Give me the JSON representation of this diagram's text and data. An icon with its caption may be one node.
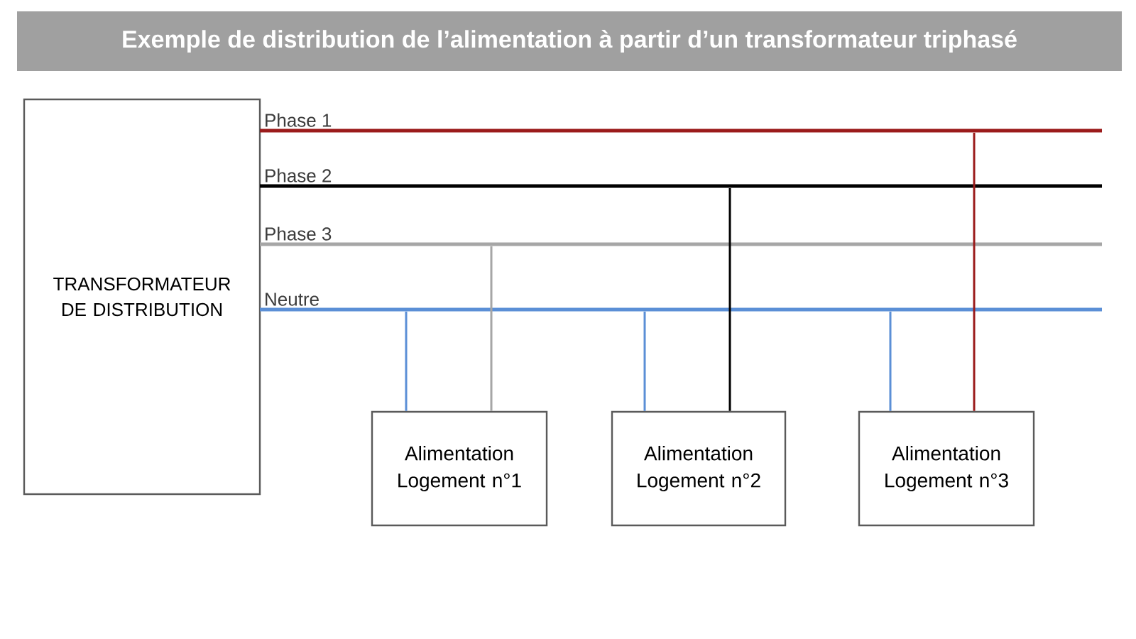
{
  "diagram": {
    "title": "Exemple de distribution de l’alimentation à partir d’un transformateur triphasé",
    "nodes": [
      {
        "text": [
          "TRANSFORMATEUR DE DISTRIBUTION"
        ]
      },
      {
        "text": [
          "Phase 1"
        ]
      },
      {
        "text": [
          "Phase 2"
        ]
      },
      {
        "text": [
          "Phase 3"
        ]
      },
      {
        "text": [
          "Neutre"
        ]
      },
      {
        "text": [
          "Alimentation Logement n°1"
        ]
      },
      {
        "text": [
          "Alimentation Logement n°2"
        ]
      },
      {
        "text": [
          "Alimentation Logement n°3"
        ]
      }
    ],
    "edges": [
      {
        "from": 4,
        "to": 5,
        "arrow": "none"
      },
      {
        "from": 3,
        "to": 5,
        "arrow": "none",
        "color": "#a6a6a6"
      },
      {
        "from": 4,
        "to": 6,
        "arrow": "none"
      },
      {
        "from": 2,
        "to": 6,
        "arrow": "none",
        "color": "#000000"
      },
      {
        "from": 4,
        "to": 7,
        "arrow": "none"
      },
      {
        "from": 1,
        "to": 7,
        "arrow": "none",
        "color": "#9b1b1b"
      }
    ]
  }
}
